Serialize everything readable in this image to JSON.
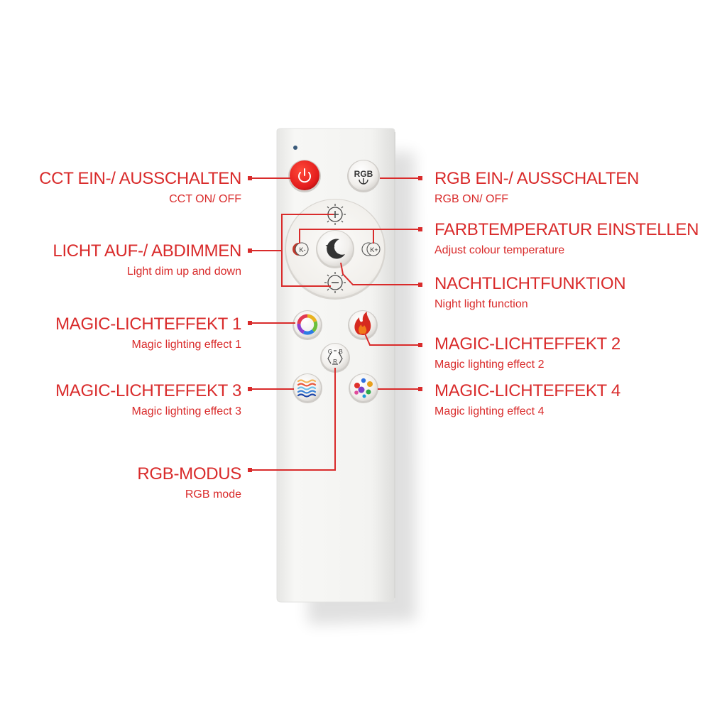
{
  "labels": {
    "cct_on_off": {
      "de": "CCT EIN-/ AUSSCHALTEN",
      "en": "CCT ON/ OFF"
    },
    "rgb_on_off": {
      "de": "RGB EIN-/ AUSSCHALTEN",
      "en": "RGB ON/ OFF"
    },
    "dimming": {
      "de": "LICHT AUF-/ ABDIMMEN",
      "en": "Light dim up and down"
    },
    "colour_temperature": {
      "de": "FARBTEMPERATUR EINSTELLEN",
      "en": "Adjust colour temperature"
    },
    "night_light": {
      "de": "NACHTLICHTFUNKTION",
      "en": "Night light function"
    },
    "magic_1": {
      "de": "MAGIC-LICHTEFFEKT 1",
      "en": "Magic lighting effect 1"
    },
    "magic_2": {
      "de": "MAGIC-LICHTEFFEKT 2",
      "en": "Magic lighting effect 2"
    },
    "magic_3": {
      "de": "MAGIC-LICHTEFFEKT 3",
      "en": "Magic lighting effect 3"
    },
    "magic_4": {
      "de": "MAGIC-LICHTEFFEKT 4",
      "en": "Magic lighting effect 4"
    },
    "rgb_mode": {
      "de": "RGB-MODUS",
      "en": "RGB mode"
    }
  },
  "buttons": {
    "rgb_power": "RGB",
    "k_minus": "K-",
    "k_plus": "K+",
    "rgb_mode_g": "G",
    "rgb_mode_b": "B",
    "rgb_mode_r": "R"
  },
  "colors": {
    "accent": "#d92b2b",
    "remote_body": "#f4f4f2",
    "power_button": "#e02020"
  }
}
